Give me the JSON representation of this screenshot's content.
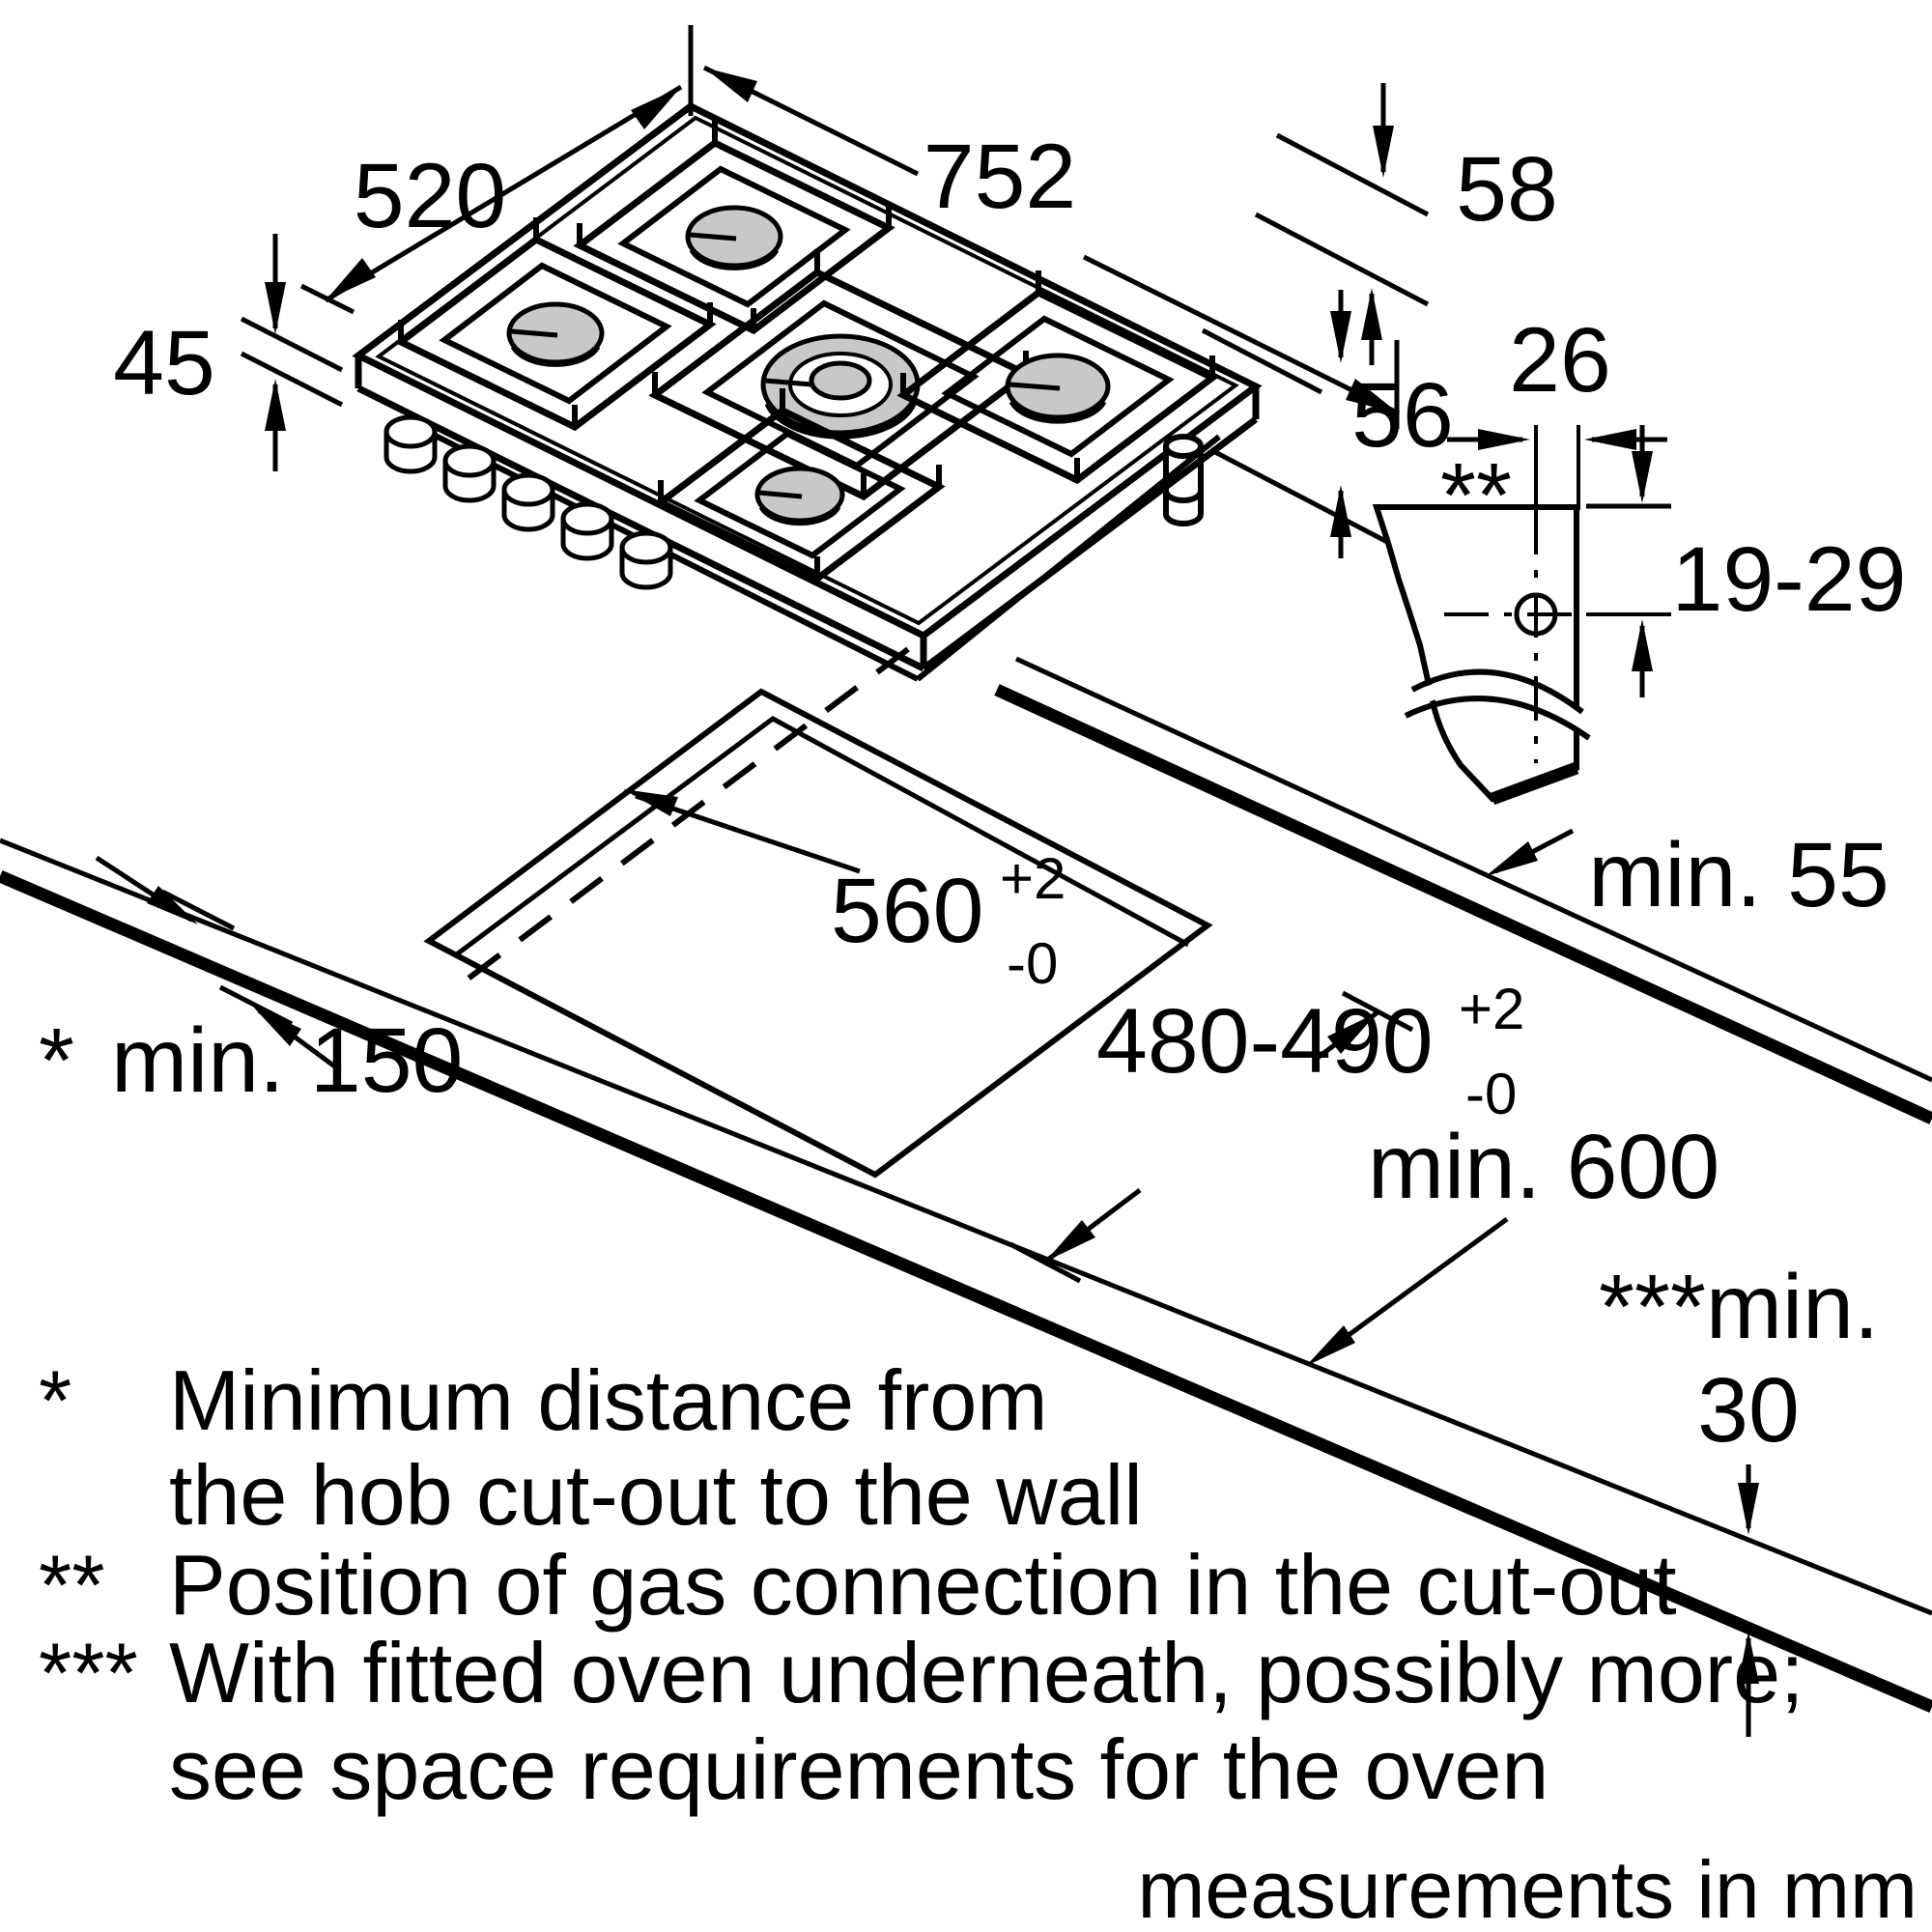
{
  "diagram": {
    "dimensions": {
      "hob_width": "752",
      "hob_depth": "520",
      "hob_glass_thickness": "45",
      "height_with_pansupport": "58",
      "installation_height": "56",
      "gas_connection_offset": "26",
      "gas_connection_marker": "**",
      "gas_connection_depth": "19-29",
      "rear_clearance": "min. 55",
      "cutout_width": "560",
      "cutout_width_tol_plus": "+2",
      "cutout_width_tol_minus": "-0",
      "cutout_depth": "480-490",
      "cutout_depth_tol_plus": "+2",
      "cutout_depth_tol_minus": "-0",
      "wall_clearance_marker": "*",
      "wall_clearance": "min. 150",
      "worktop_depth": "min. 600",
      "oven_clearance_prefix": "***min.",
      "oven_clearance_value": "30"
    },
    "footnotes": [
      {
        "marker": "*",
        "line1": "Minimum distance from",
        "line2": "the hob cut-out to the wall"
      },
      {
        "marker": "**",
        "line1": "Position of gas connection in the cut-out",
        "line2": ""
      },
      {
        "marker": "***",
        "line1": "With fitted oven underneath, possibly more;",
        "line2": "see space requirements for the oven"
      }
    ],
    "units_note": "measurements in mm"
  }
}
